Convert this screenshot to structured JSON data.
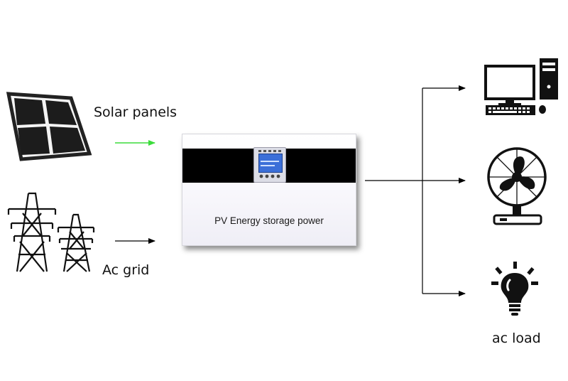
{
  "labels": {
    "solar": "Solar panels",
    "grid": "Ac grid",
    "device": "PV Energy storage power",
    "load": "ac load"
  },
  "colors": {
    "solar_arrow": "#3cdc3c",
    "arrow": "#000000",
    "screen": "#3b6fd8"
  },
  "icons": [
    "solar-panel-icon",
    "power-tower-icon",
    "desktop-computer-icon",
    "electric-fan-icon",
    "light-bulb-icon"
  ]
}
